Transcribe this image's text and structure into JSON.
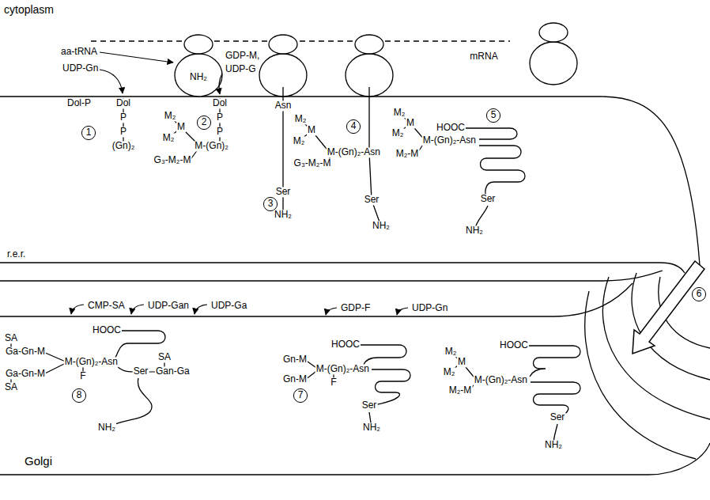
{
  "diagram": {
    "labels": [
      "cytoplasm",
      "aa-tRNA",
      "mRNA",
      "UDP-Gn",
      "GDP-M,",
      "UDP-G",
      "Dol-P",
      "Dol",
      "P",
      "P",
      "(Gn)₂",
      "1",
      "NH₂",
      "Dol",
      "P",
      "P",
      "M₂",
      "M",
      "M₂",
      "M-(Gn)₂",
      "G₃-M₂-M",
      "2",
      "Asn",
      "Ser",
      "3",
      "NH₂",
      "M₂",
      "M",
      "M₂",
      "M-(Gn)₂-Asn",
      "G₃-M₂-M",
      "4",
      "Ser",
      "NH₂",
      "HOOC",
      "M₂",
      "M",
      "M₂",
      "M-(Gn)₂-Asn",
      "M₂-M",
      "5",
      "Ser",
      "NH₂",
      "r.e.r.",
      "6",
      "CMP-SA",
      "UDP-Gan",
      "UDP-Ga",
      "GDP-F",
      "UDP-Gn",
      "SA",
      "Ga-Gn-M",
      "M-(Gn)₂-Asn",
      "F",
      "Ga-Gn-M",
      "SA",
      "8",
      "HOOC",
      "Ser",
      "SA",
      "Gan-Ga",
      "NH₂",
      "Gn-M",
      "M-(Gn)₂-Asn",
      "F",
      "Gn-M",
      "7",
      "HOOC",
      "Ser",
      "NH₂",
      "HOOC",
      "M₂",
      "M",
      "M₂",
      "M-(Gn)₂-Asn",
      "M₂-M",
      "Ser",
      "NH₂",
      "Golgi"
    ]
  }
}
